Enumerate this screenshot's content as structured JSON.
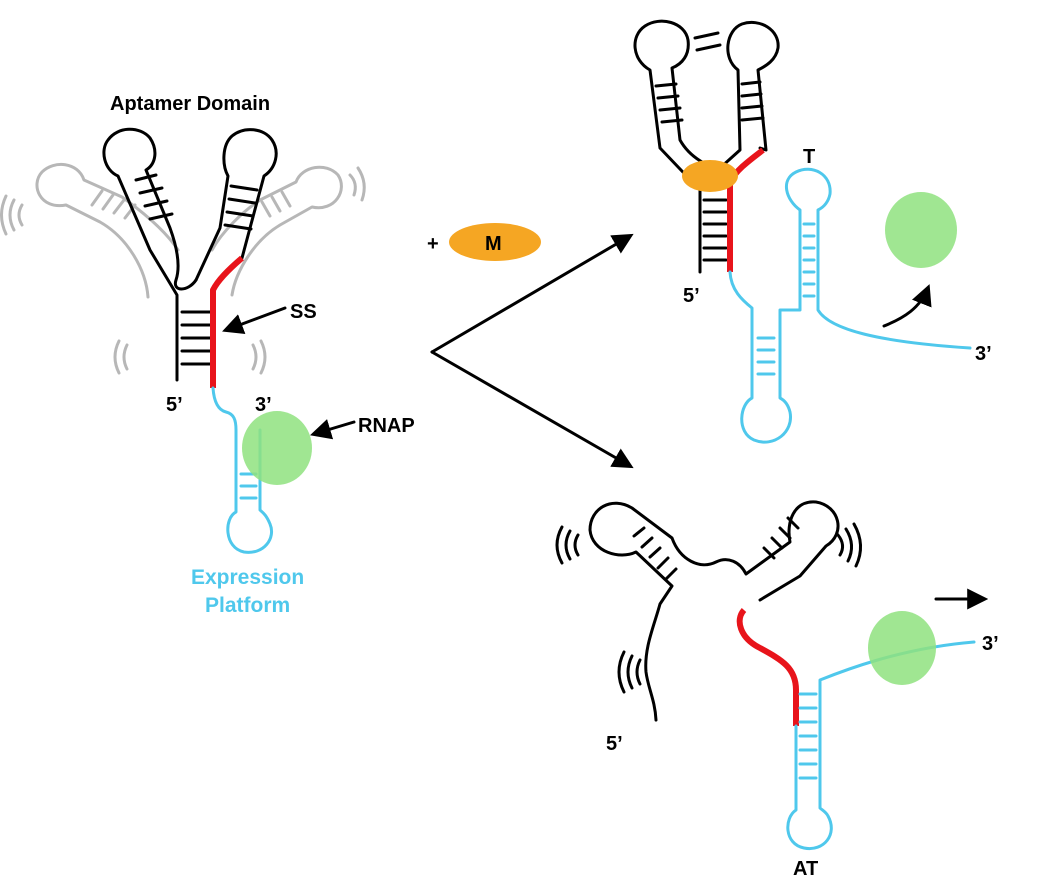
{
  "labels": {
    "aptamer_domain": "Aptamer Domain",
    "ss": "SS",
    "five_prime": "5’",
    "three_prime": "3’",
    "rnap": "RNAP",
    "expression": "Expression",
    "platform": "Platform",
    "plus": "+",
    "ligand": "M",
    "terminator": "T",
    "antiterminator": "AT"
  },
  "colors": {
    "rna_aptamer": "#000000",
    "rna_alt_conformation": "#b7b7b7",
    "expression_platform": "#4fc8ec",
    "switching_sequence": "#e8141b",
    "rna_polymerase": "#8fe27f",
    "metabolite": "#f5a623"
  }
}
